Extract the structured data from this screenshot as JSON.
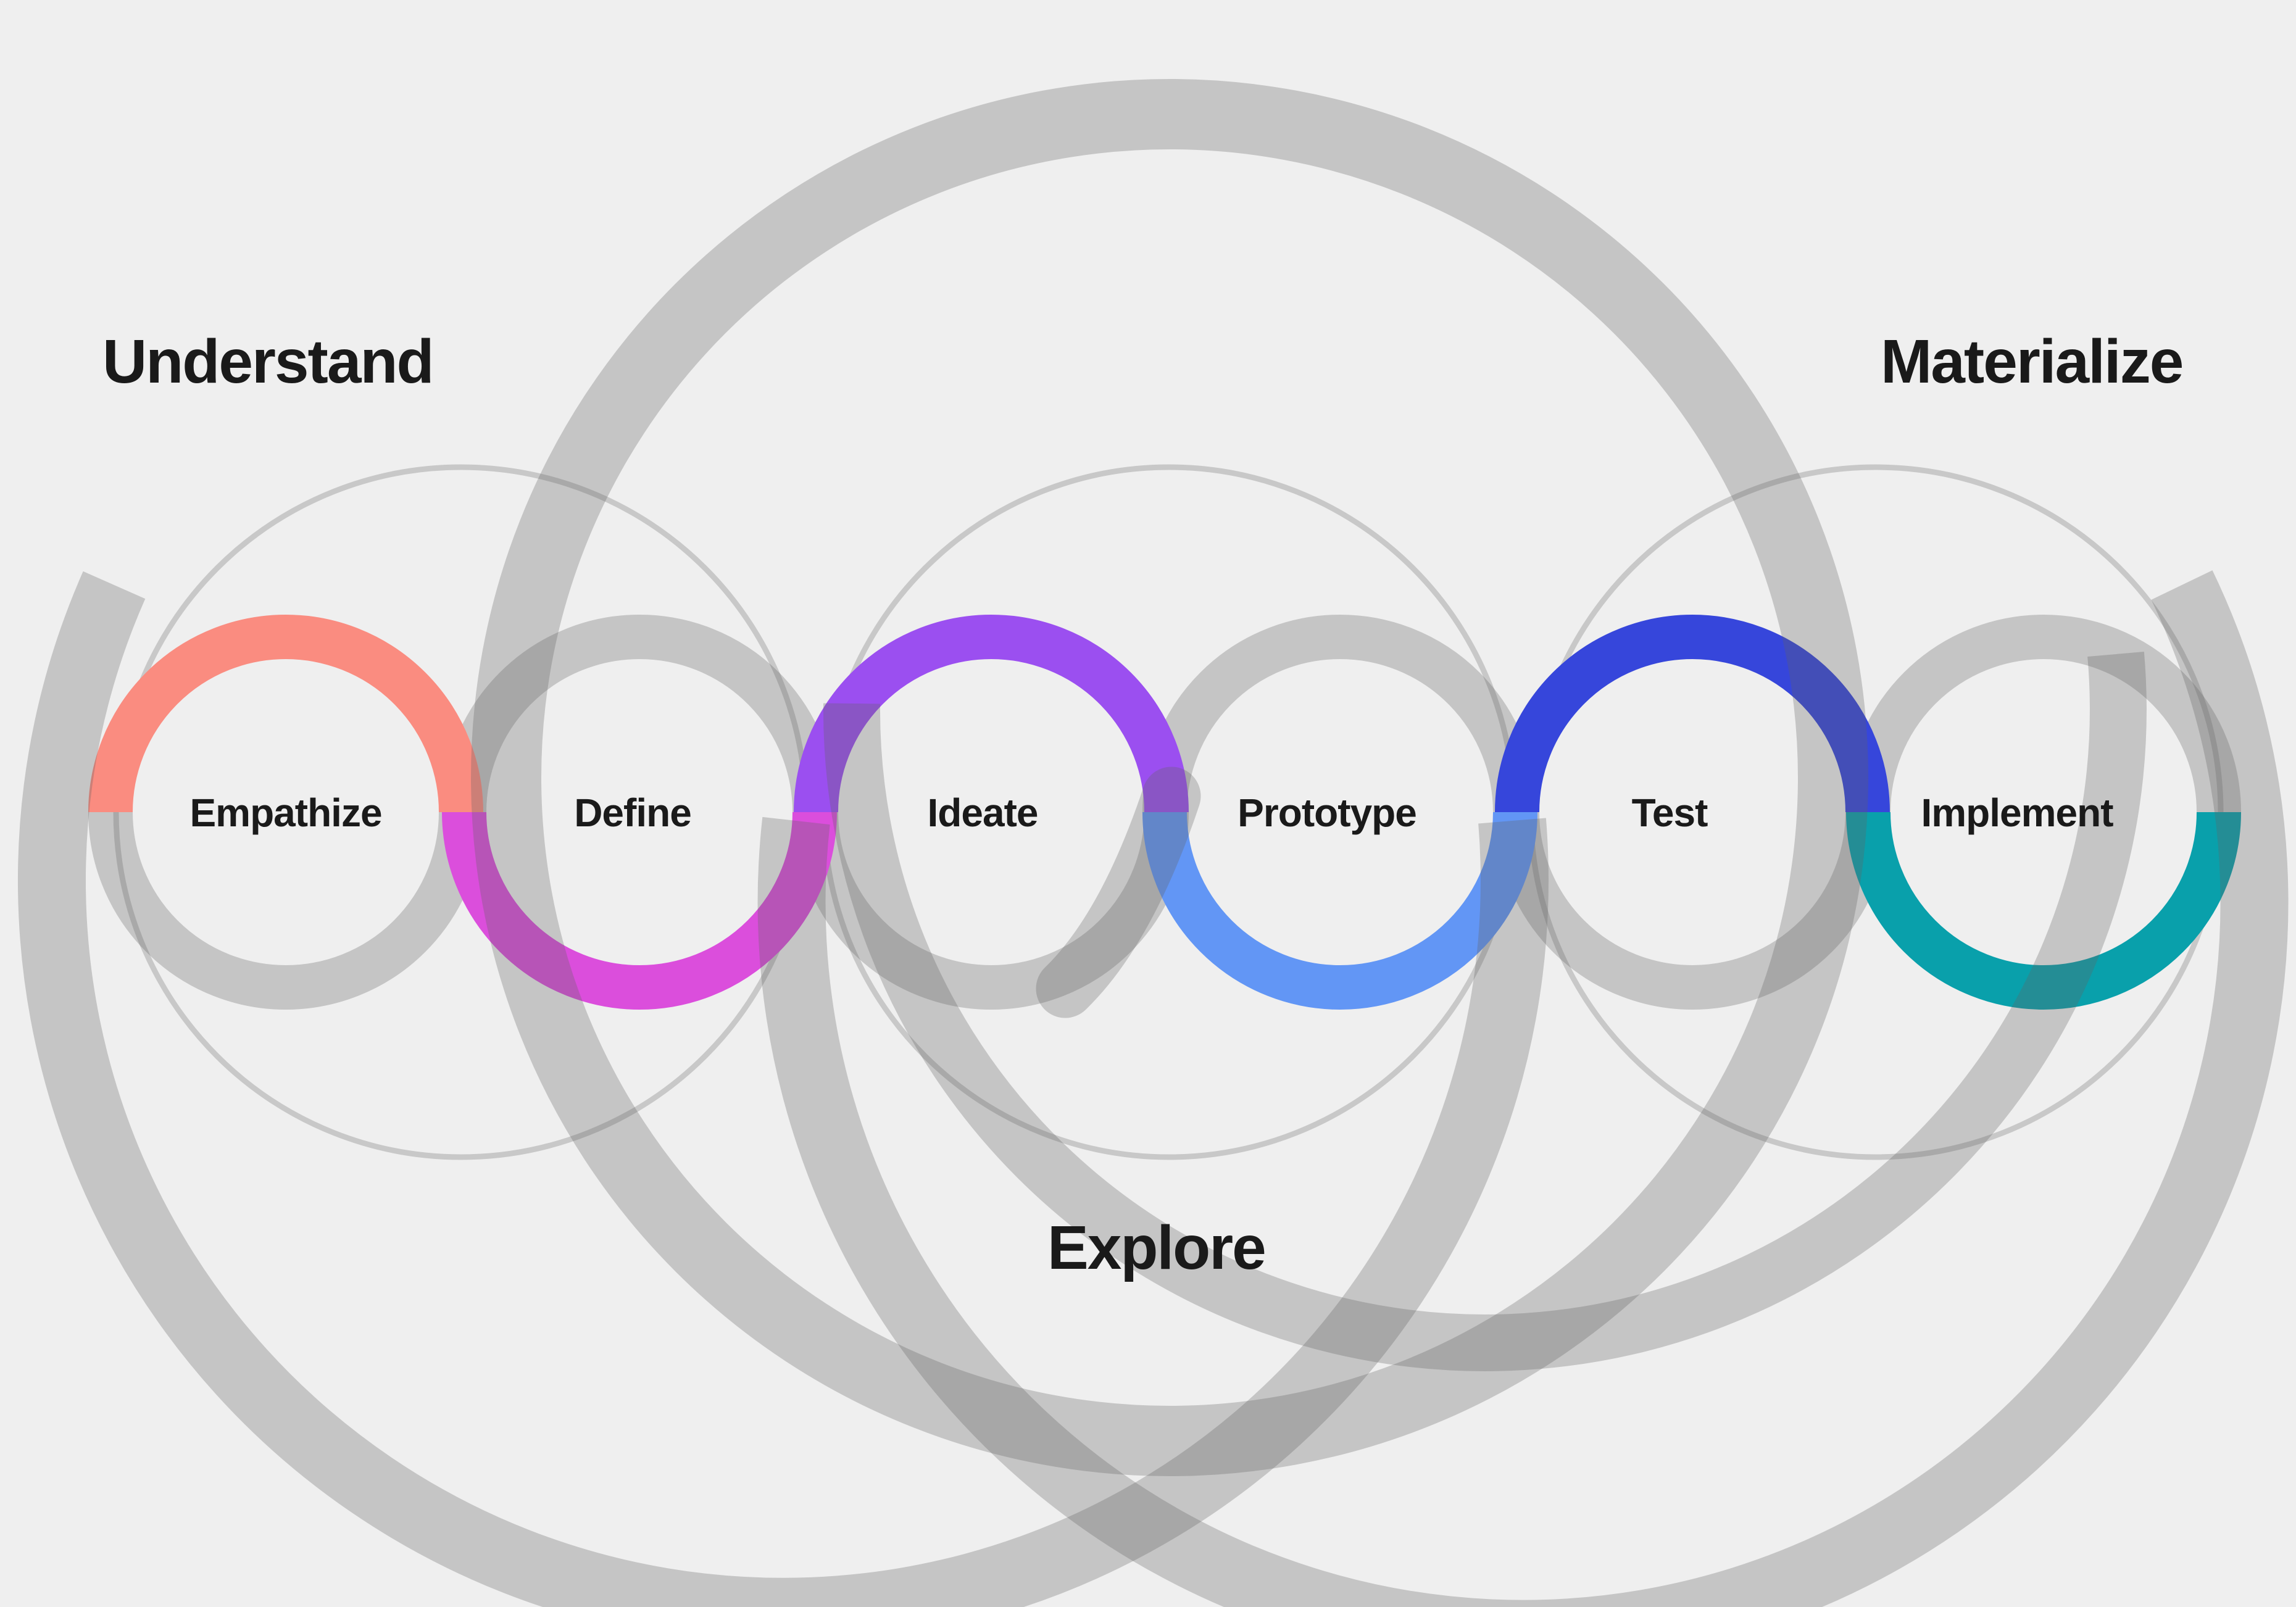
{
  "diagram": {
    "background": "#EFEFEF",
    "text_color": "#1A1A1A",
    "decor_gray": "#646464",
    "phases": [
      {
        "label": "Understand"
      },
      {
        "label": "Explore"
      },
      {
        "label": "Materialize"
      }
    ],
    "stages": [
      {
        "label": "Empathize",
        "color": "#FA8C80"
      },
      {
        "label": "Define",
        "color": "#DB4EDC"
      },
      {
        "label": "Ideate",
        "color": "#9B4FF0"
      },
      {
        "label": "Prototype",
        "color": "#6296F5"
      },
      {
        "label": "Test",
        "color": "#3646DB"
      },
      {
        "label": "Implement",
        "color": "#09A0AB"
      }
    ]
  }
}
